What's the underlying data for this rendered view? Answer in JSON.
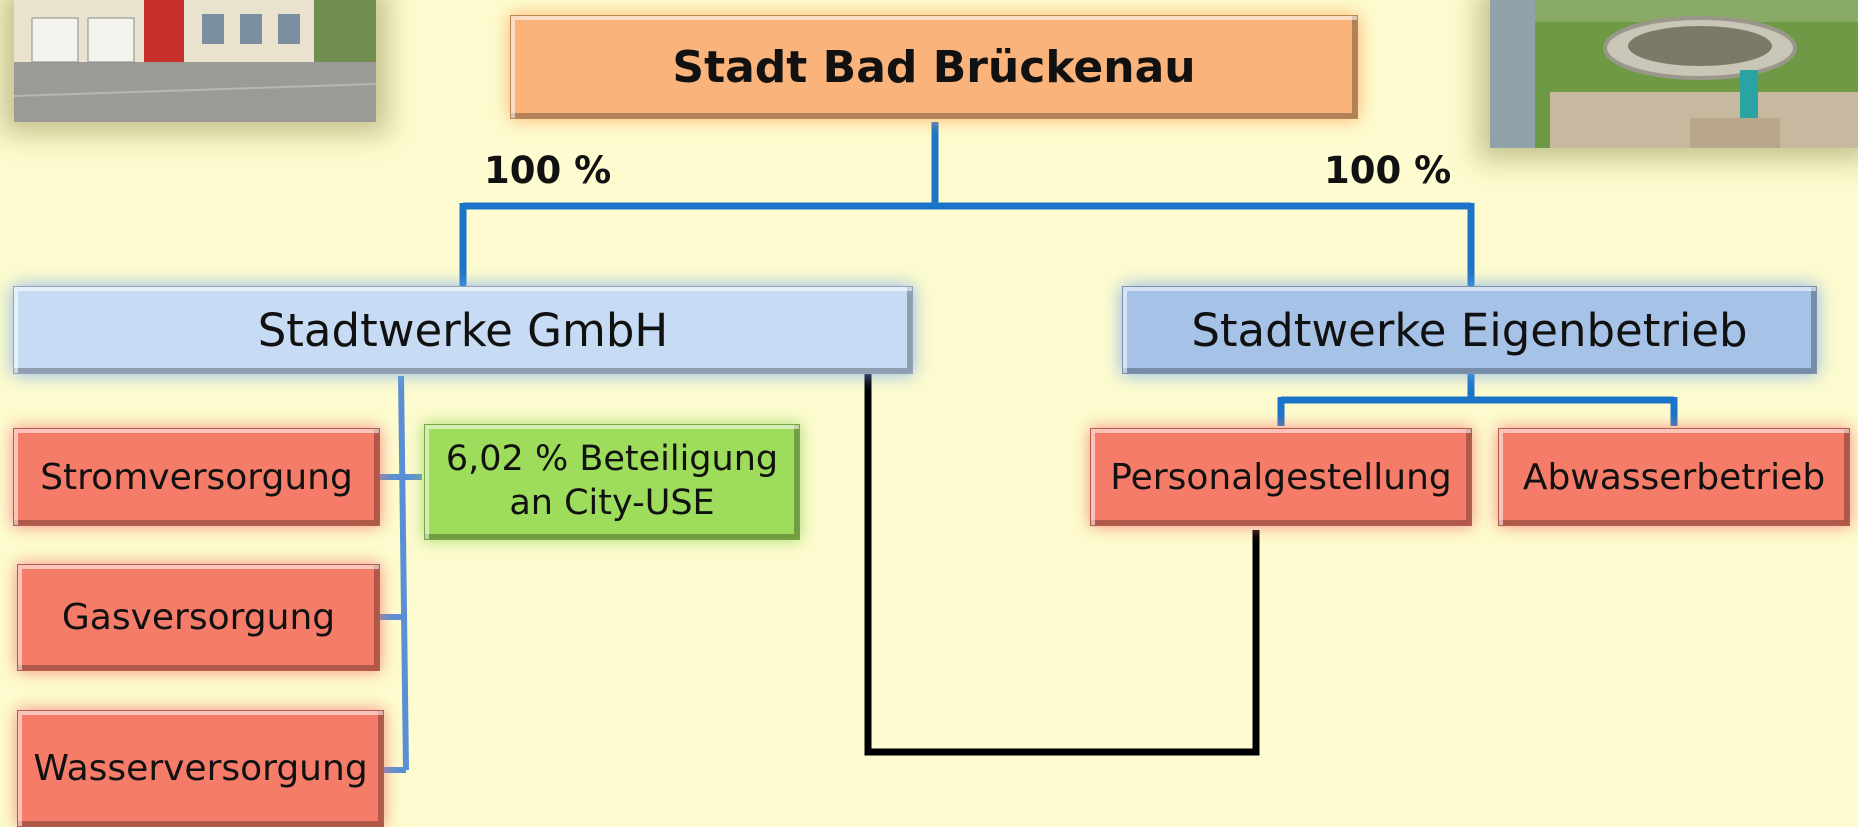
{
  "root": {
    "label": "Stadt Bad Brückenau"
  },
  "shares": {
    "left": "100 %",
    "right": "100 %"
  },
  "gmbh": {
    "label": "Stadtwerke GmbH",
    "divisions": [
      "Stromversorgung",
      "Gasversorgung",
      "Wasserversorgung"
    ],
    "participation": {
      "line1": "6,02 % Beteiligung",
      "line2": "an City-USE"
    }
  },
  "eigenbetrieb": {
    "label": "Stadtwerke Eigenbetrieb",
    "divisions": [
      "Personalgestellung",
      "Abwasserbetrieb"
    ]
  },
  "colors": {
    "background": "#fdfbcf",
    "root": "#f9b37b",
    "gmbh": "#c7dcf4",
    "eigenbetrieb": "#a6c2e7",
    "division": "#f47c68",
    "participation": "#9edc5b",
    "connector": "#1a74c9",
    "link": "#000000"
  }
}
